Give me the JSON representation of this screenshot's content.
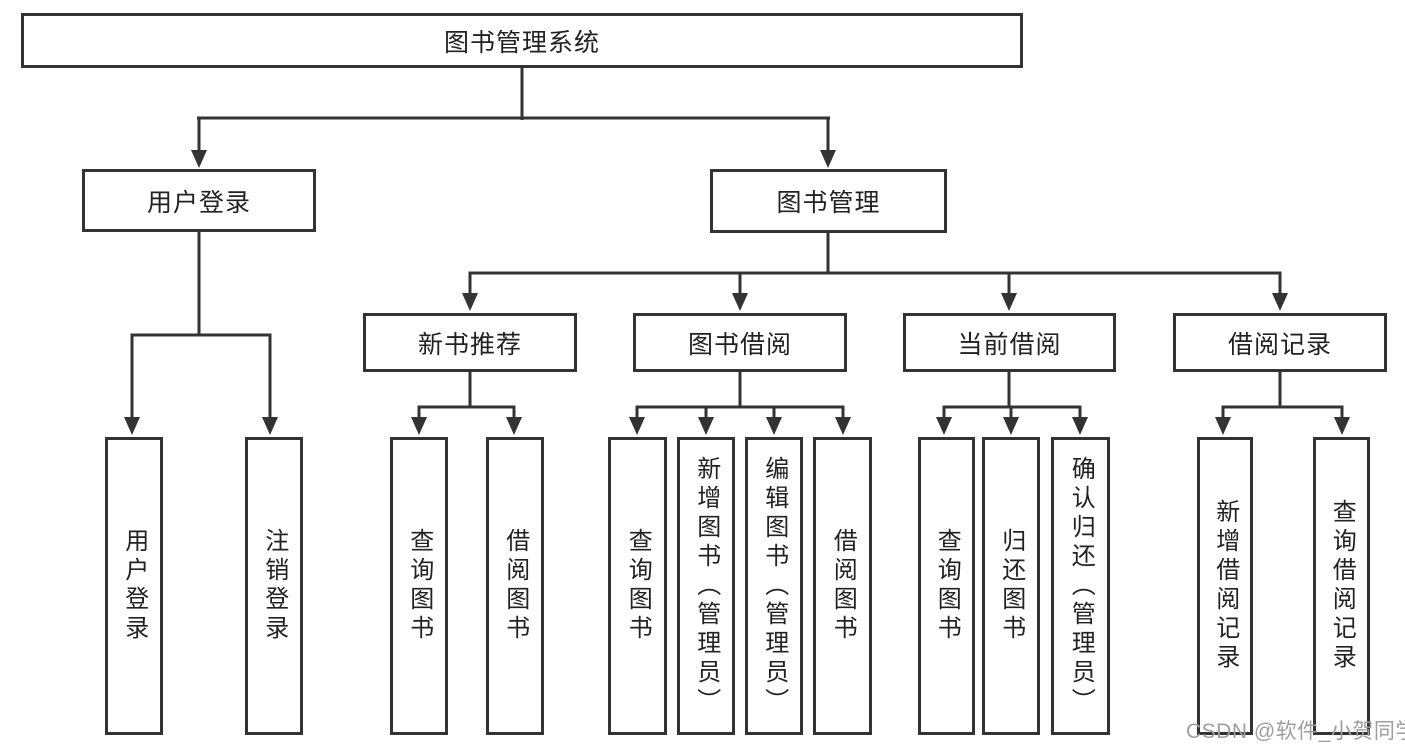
{
  "diagram_title": "图书管理系统",
  "tree": {
    "label": "图书管理系统",
    "children": [
      {
        "label": "用户登录",
        "children": [
          {
            "label": "用户登录"
          },
          {
            "label": "注销登录"
          }
        ]
      },
      {
        "label": "图书管理",
        "children": [
          {
            "label": "新书推荐",
            "children": [
              {
                "label": "查询图书"
              },
              {
                "label": "借阅图书"
              }
            ]
          },
          {
            "label": "图书借阅",
            "children": [
              {
                "label": "查询图书"
              },
              {
                "label": "新增图书（管理员）"
              },
              {
                "label": "编辑图书（管理员）"
              },
              {
                "label": "借阅图书"
              }
            ]
          },
          {
            "label": "当前借阅",
            "children": [
              {
                "label": "查询图书"
              },
              {
                "label": "归还图书"
              },
              {
                "label": "确认归还（管理员）"
              }
            ]
          },
          {
            "label": "借阅记录",
            "children": [
              {
                "label": "新增借阅记录"
              },
              {
                "label": "查询借阅记录"
              }
            ]
          }
        ]
      }
    ]
  },
  "watermark": "CSDN @软件_小贺同学",
  "colors": {
    "line": "#333333",
    "box_border": "#333333",
    "text": "#222222",
    "watermark": "#9e9e9e",
    "background": "#ffffff"
  }
}
